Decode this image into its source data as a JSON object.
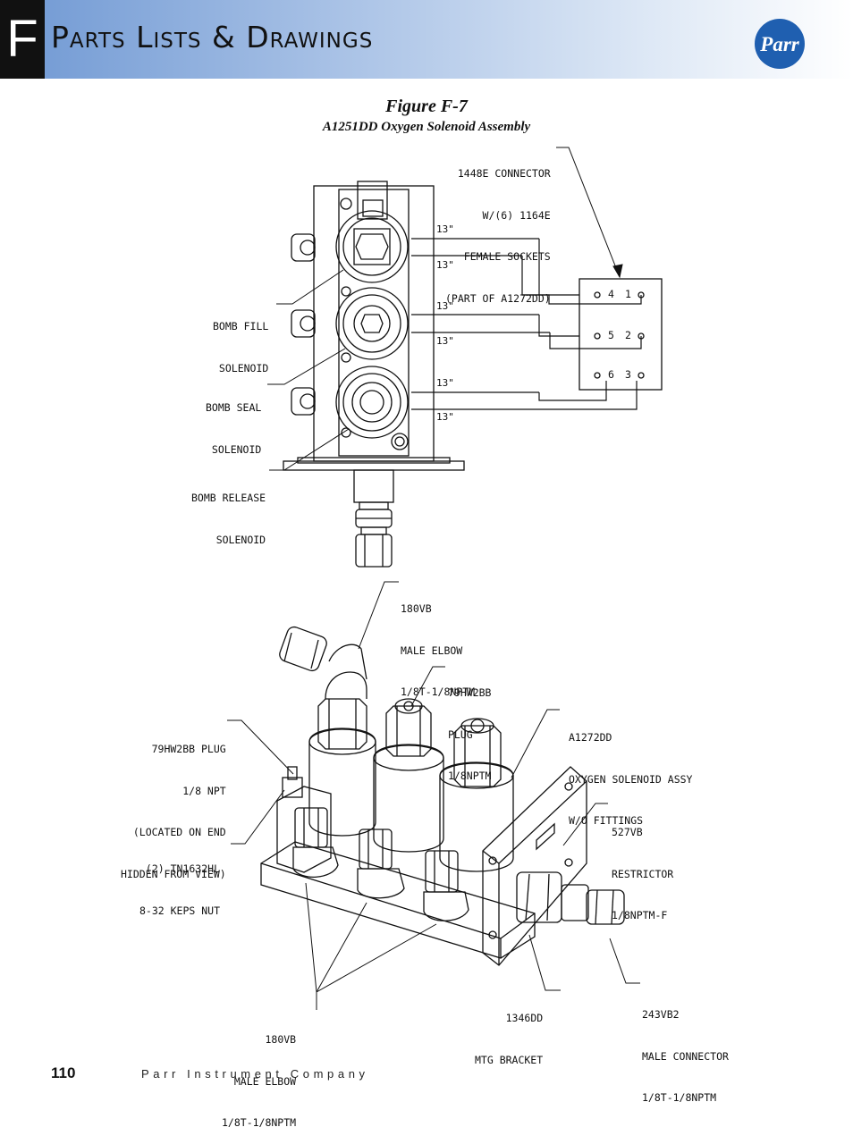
{
  "header": {
    "tab_letter": "F",
    "title": "Parts Lists & Drawings",
    "logo_text": "Parr"
  },
  "figure": {
    "title": "Figure F-7",
    "subtitle": "A1251DD Oxygen Solenoid Assembly"
  },
  "top_view": {
    "connector_label": [
      "1448E CONNECTOR",
      "W/(6) 1164E",
      "FEMALE SOCKETS",
      "(PART OF A1272DD)"
    ],
    "wire_lengths": [
      "13\"",
      "13\"",
      "13\"",
      "13\"",
      "13\"",
      "13\""
    ],
    "bomb_fill": [
      "BOMB FILL",
      "SOLENOID"
    ],
    "bomb_seal": [
      "BOMB SEAL",
      "SOLENOID"
    ],
    "bomb_release": [
      "BOMB RELEASE",
      "SOLENOID"
    ],
    "pins": [
      "4",
      "1",
      "5",
      "2",
      "6",
      "3"
    ]
  },
  "bottom_view": {
    "elbow_top": [
      "180VB",
      "MALE ELBOW",
      "1/8T-1/8NPTM"
    ],
    "plug_79hw": [
      "79HW2BB",
      "PLUG",
      "1/8NPTM"
    ],
    "assy": [
      "A1272DD",
      "OXYGEN SOLENOID ASSY",
      "W/O FITTINGS"
    ],
    "plug_end": [
      "79HW2BB PLUG",
      "1/8 NPT",
      "(LOCATED ON END",
      "HIDDEN FROM VIEW)"
    ],
    "restrictor": [
      "527VB",
      "RESTRICTOR",
      "1/8NPTM-F"
    ],
    "nut": [
      "(2) TN1632HL",
      "8-32 KEPS NUT"
    ],
    "bracket": [
      "1346DD",
      "MTG BRACKET"
    ],
    "male_connector": [
      "243VB2",
      "MALE CONNECTOR",
      "1/8T-1/8NPTM"
    ],
    "elbow_bottom": [
      "180VB",
      "MALE ELBOW",
      "1/8T-1/8NPTM"
    ]
  },
  "footer": {
    "page_number": "110",
    "company": "Parr Instrument Company"
  },
  "colors": {
    "header_gradient_start": "#6f98d3",
    "header_gradient_end": "#ffffff",
    "tab": "#111111",
    "logo_blue": "#1f5fb0"
  }
}
